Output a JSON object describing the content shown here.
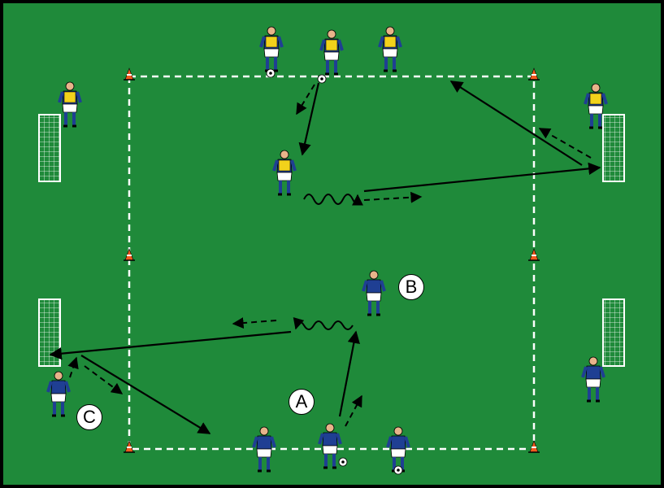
{
  "colors": {
    "pitch": "#1f8a3a",
    "pitch_border": "#000000",
    "team_a_shirt": "#1f3f93",
    "team_b_bib": "#f2d21b",
    "shorts": "#ffffff",
    "cone": "#f05a1e",
    "arrow": "#000000"
  },
  "labels": {
    "a": "A",
    "b": "B",
    "c": "C"
  },
  "icons": [
    "cone-icon",
    "goal-icon",
    "ball-icon",
    "player-icon"
  ]
}
